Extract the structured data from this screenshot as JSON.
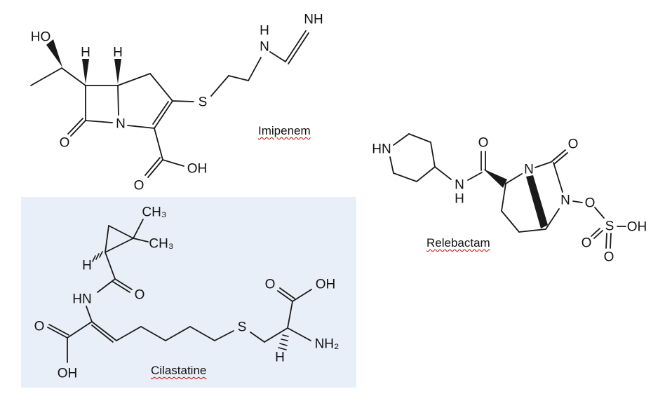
{
  "page": {
    "background": "#ffffff",
    "bond_color": "#1a1a1a",
    "label_text_color": "#111111",
    "label_underline_color": "#cc0000",
    "cilastatine_box_color": "#e9eff8"
  },
  "molecules": {
    "imipenem": {
      "label": "Imipenem",
      "atoms": {
        "ho": "HO",
        "h_c6": "H",
        "h_c5": "H",
        "n_ring": "N",
        "o_lactam": "O",
        "o_acid": "O",
        "oh_acid": "OH",
        "s": "S",
        "h_amine": "H",
        "n_chain": "N",
        "nh_imine": "NH"
      }
    },
    "cilastatine": {
      "label": "Cilastatine",
      "atoms": {
        "ch3_top": "CH₃",
        "ch3_bottom": "CH₃",
        "h_cyclopropane": "H",
        "o_amide": "O",
        "hn_amide": "HN",
        "o_acid_left": "O",
        "oh_acid_left": "OH",
        "s": "S",
        "o_acid_right": "O",
        "oh_acid_right": "OH",
        "nh2": "NH₂",
        "h_chiral": "H"
      }
    },
    "relebactam": {
      "label": "Relebactam",
      "atoms": {
        "hn_piperidine": "HN",
        "n_amide": "N",
        "h_amide": "H",
        "o_amide": "O",
        "n1": "N",
        "o_lactam": "O",
        "n6": "N",
        "o_linker": "O",
        "s": "S",
        "o_sulfate_left": "O",
        "o_sulfate_bottom": "O",
        "oh_sulfate": "OH"
      }
    }
  }
}
